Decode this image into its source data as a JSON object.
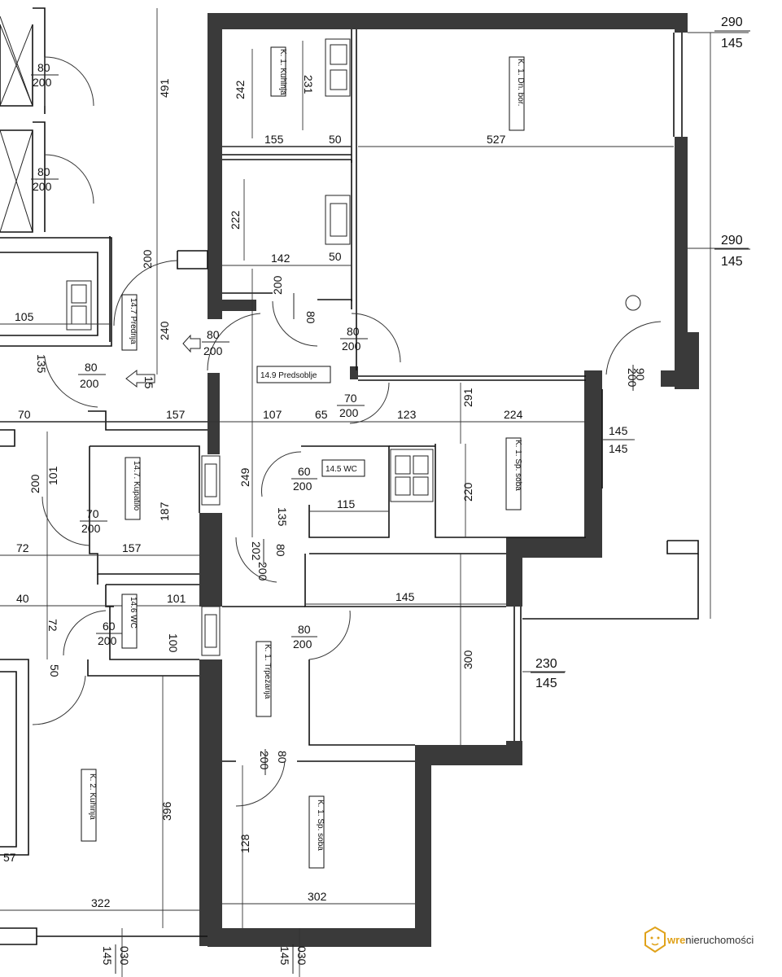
{
  "rooms": {
    "k1_kuhinja": "K. 1. Kuhinja",
    "k1_dn_bor": "K. 1. Dn. bor.",
    "predsoblje": "14.9  Predsoblje",
    "k1_sp_soba_1": "K. 1. Sp. soba",
    "wc_145": "14.5  WC",
    "kupatilo": "14.7. Kupatilo",
    "wc_146": "14.6  WC",
    "predrija": "14.7  Predrija",
    "k1_trpezarija": "K. 1. Trpezarija",
    "k1_sp_soba_2": "K. 1. Sp. soba",
    "k2_kuhinja": "K. 2. Kuhinja"
  },
  "dims": {
    "d491": "491",
    "d242": "242",
    "d231": "231",
    "d155": "155",
    "d50a": "50",
    "d527": "527",
    "d222": "222",
    "d142": "142",
    "d50b": "50",
    "d200v": "200",
    "d240": "240",
    "d105": "105",
    "d135a": "135",
    "d70a": "70",
    "d157a": "157",
    "d107": "107",
    "d65": "65",
    "d123": "123",
    "d224": "224",
    "d291": "291",
    "d220": "220",
    "d249": "249",
    "d115": "115",
    "d135b": "135",
    "d200b": "200",
    "d101a": "101",
    "d187": "187",
    "d72a": "72",
    "d157b": "157",
    "d40": "40",
    "d101b": "101",
    "d100": "100",
    "d72b": "72",
    "d50c": "50",
    "d145h": "145",
    "d300": "300",
    "d202": "202",
    "d396": "396",
    "d128": "128",
    "d322": "322",
    "d302": "302",
    "d57": "57",
    "d15": "15"
  },
  "doors": {
    "door_a": [
      "80",
      "200"
    ],
    "door_b": [
      "80",
      "200"
    ],
    "door_c": [
      "80",
      "200"
    ],
    "door_d": [
      "80",
      "200"
    ],
    "door_e": [
      "80",
      "200"
    ],
    "door_f": [
      "80",
      "200"
    ],
    "door_g": [
      "70",
      "200"
    ],
    "door_h": [
      "60",
      "200"
    ],
    "door_i": [
      "70",
      "200"
    ],
    "door_j": [
      "60",
      "200"
    ],
    "door_k": [
      "80",
      "200"
    ],
    "door_l": [
      "80",
      "200"
    ],
    "door_m": [
      "80",
      "200"
    ],
    "door_n": [
      "80",
      "200"
    ],
    "door_o": [
      "80",
      "200"
    ],
    "door_p": [
      "90",
      "200"
    ]
  },
  "windows": {
    "w1": [
      "290",
      "145"
    ],
    "w2": [
      "290",
      "145"
    ],
    "w3": [
      "145",
      "145"
    ],
    "w4": [
      "230",
      "145"
    ],
    "w5": [
      "145",
      "030"
    ],
    "w6": [
      "145",
      "030"
    ]
  },
  "logo": {
    "prefix": "wre",
    "rest": "nieruchomości"
  },
  "colors": {
    "wall": "#3a3a3a",
    "brand": "#e0a21a"
  }
}
